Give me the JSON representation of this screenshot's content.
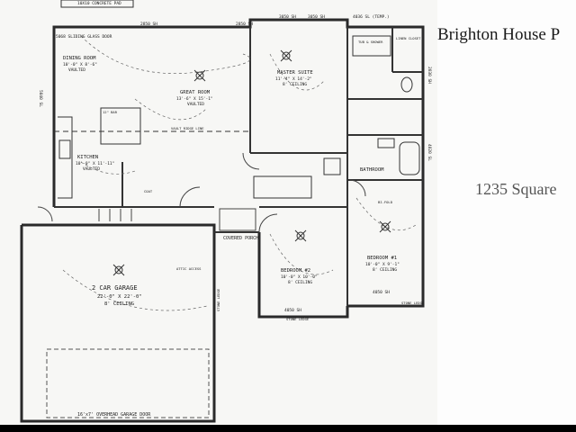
{
  "caption": {
    "title": "Brighton House P",
    "square_feet": "1235 Square"
  },
  "top_labels": {
    "concrete_pad": "10X10 CONCRETE PAD",
    "slider": "5068 SLIDING GLASS DOOR",
    "win_a": "2850 SH",
    "win_b": "2850 SH",
    "win_c": "3050 SH",
    "win_d": "3050 SH",
    "win_e": "4036 SL (TEMP.)",
    "left_win": "5040 SL",
    "right_win_a": "2030 SH",
    "right_win_b": "4020 SL",
    "bed1_win": "4050 SH",
    "bed2_win": "4050 SH",
    "garage_door": "16'x7' OVERHEAD GARAGE DOOR"
  },
  "rooms": [
    {
      "name": "DINING ROOM",
      "dims": "10'-0\" X 8'-6\"",
      "note": "VAULTED"
    },
    {
      "name": "GREAT ROOM",
      "dims": "13'-6\" X 15'-1\"",
      "note": "VAULTED"
    },
    {
      "name": "MASTER SUITE",
      "dims": "11'-4\" X 14'-2\"",
      "note": "8' CEILING"
    },
    {
      "name": "KITCHEN",
      "dims": "10'-0\" X 11'-11\"",
      "note": "VAULTED"
    },
    {
      "name": "BATHROOM",
      "dims": "",
      "note": ""
    },
    {
      "name": "COVERED PORCH",
      "dims": "",
      "note": ""
    },
    {
      "name": "BEDROOM #2",
      "dims": "10'-0\" X 10'-0\"",
      "note": "8' CEILING"
    },
    {
      "name": "BEDROOM #1",
      "dims": "10'-0\" X 9'-1\"",
      "note": "8' CEILING"
    },
    {
      "name": "2 CAR GARAGE",
      "dims": "22'-0\" X 22'-0\"",
      "note": "8' CEILING"
    }
  ],
  "fixtures": {
    "linen": "LINEN CLOSET",
    "tub": "TUB & SHOWER",
    "bar": "12\" BAR",
    "vault": "VAULT RIDGE LINE",
    "coat": "COAT",
    "bifold": "BI-FOLD",
    "stone_ledge_a": "STONE LEDGE",
    "stone_ledge_b": "STONE LEDGE",
    "stone_ledge_c": "STONE LEDGE",
    "attic": "ATTIC ACCESS"
  }
}
